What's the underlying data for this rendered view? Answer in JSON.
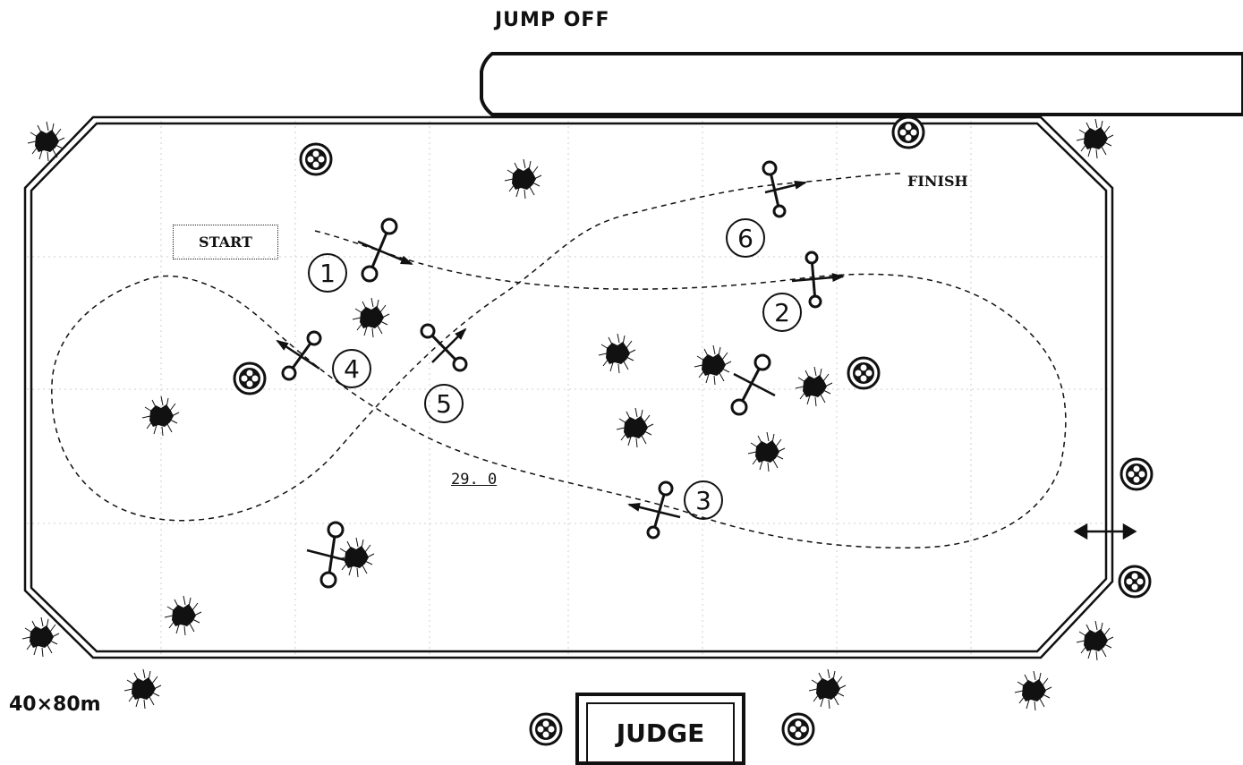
{
  "title": "JUMP  OFF",
  "arena_size": "40×80m",
  "start_label": "START",
  "finish_label": "FINISH",
  "time_allowed": "29. 0",
  "judge_label": "JUDGE",
  "obstacle_numbers": [
    "1",
    "2",
    "3",
    "4",
    "5",
    "6"
  ],
  "icons": [
    "bush-icon",
    "flower-pot-icon",
    "two-way-arrow-icon",
    "jump-fence-icon"
  ]
}
